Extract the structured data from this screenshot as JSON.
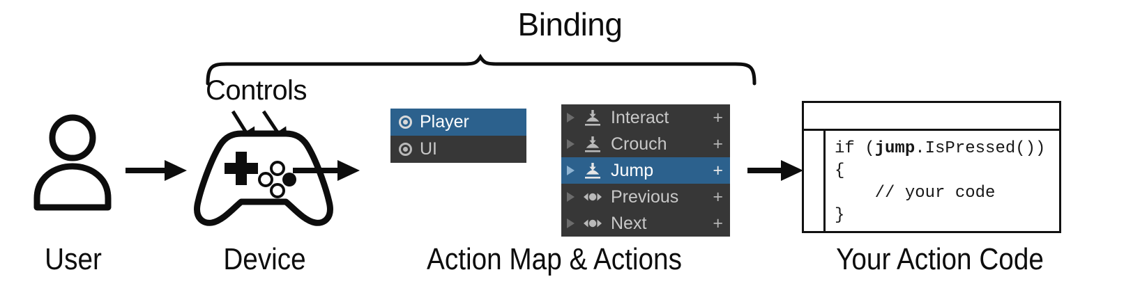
{
  "diagram": {
    "title": "Input System binding flow",
    "top_labels": {
      "binding": "Binding",
      "controls": "Controls"
    },
    "captions": [
      {
        "id": "user",
        "text": "User"
      },
      {
        "id": "device",
        "text": "Device"
      },
      {
        "id": "action-map",
        "text": "Action Map & Actions"
      },
      {
        "id": "action-code",
        "text": "Your Action Code"
      }
    ],
    "stages": [
      {
        "id": "user",
        "icon": "person-icon"
      },
      {
        "id": "device",
        "icon": "gamepad-icon"
      },
      {
        "id": "action-map",
        "icon": "action-map-panel"
      },
      {
        "id": "action-code",
        "icon": "code-window"
      }
    ]
  },
  "action_map_panel": {
    "name": "action-map-list",
    "rows": [
      {
        "label": "Player",
        "icon": "action-map-icon",
        "selected": true
      },
      {
        "label": "UI",
        "icon": "action-map-icon",
        "selected": false
      }
    ]
  },
  "actions_panel": {
    "name": "actions-list",
    "add_binding_label": "+",
    "rows": [
      {
        "label": "Interact",
        "icon": "button-action-icon",
        "selected": false,
        "expander": "expand-triangle-icon",
        "add": "+"
      },
      {
        "label": "Crouch",
        "icon": "button-action-icon",
        "selected": false,
        "expander": "expand-triangle-icon",
        "add": "+"
      },
      {
        "label": "Jump",
        "icon": "button-action-icon",
        "selected": true,
        "expander": "expand-triangle-icon",
        "add": "+"
      },
      {
        "label": "Previous",
        "icon": "axis-action-icon",
        "selected": false,
        "expander": "expand-triangle-icon",
        "add": "+"
      },
      {
        "label": "Next",
        "icon": "axis-action-icon",
        "selected": false,
        "expander": "expand-triangle-icon",
        "add": "+"
      }
    ]
  },
  "code_window": {
    "name": "code-editor-window",
    "titlebar": "",
    "code": "if (jump.IsPressed())\n{\n    // your code\n}",
    "code_tokens": {
      "line1_pre": "if (",
      "line1_bold": "jump",
      "line1_post": ".IsPressed())",
      "line2": "{",
      "line3": "    // your code",
      "line4": "}"
    }
  },
  "colors": {
    "selection_blue": "#2c618d",
    "panel_dark": "#373737",
    "panel_text": "#c8c8c8",
    "ink": "#0d0d0d",
    "background": "#ffffff"
  }
}
